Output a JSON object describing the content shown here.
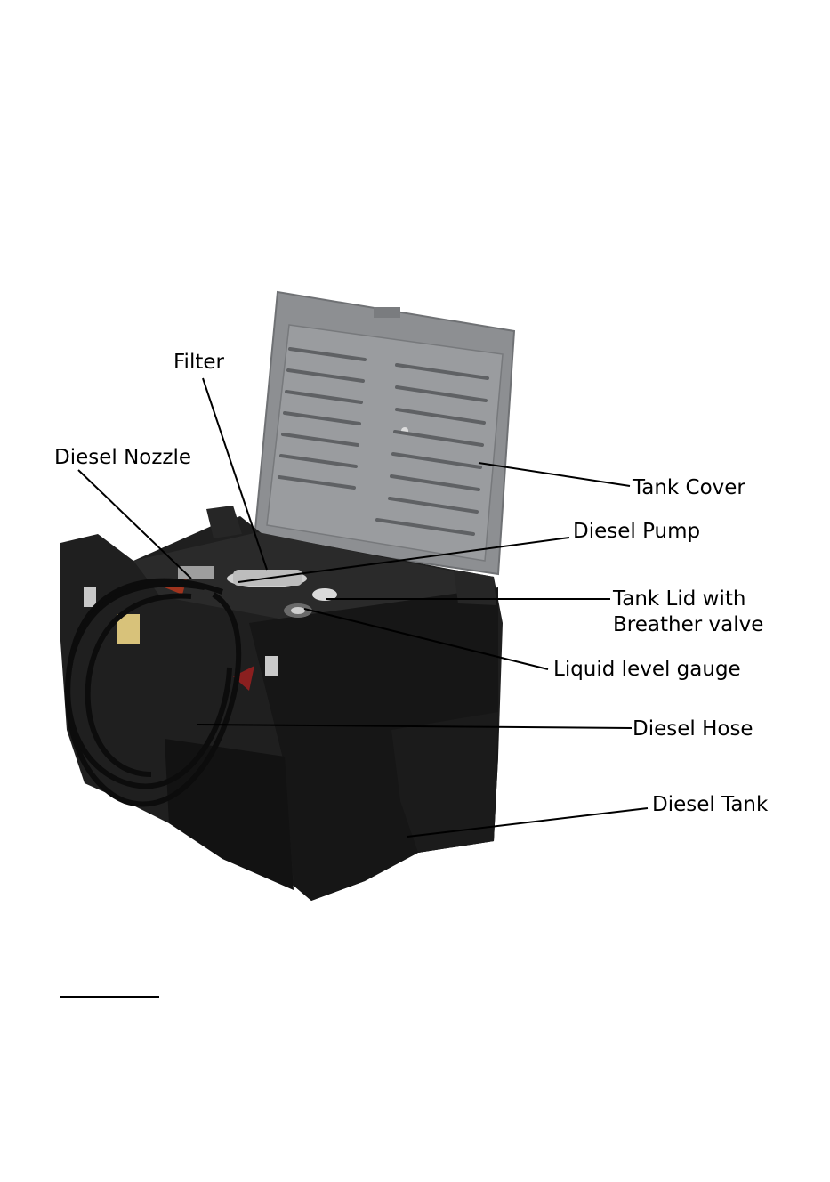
{
  "figure": {
    "subject": "portable diesel tank with pump",
    "colors": {
      "tank_body": "#1f1f1f",
      "tank_cover": "#8d8f92",
      "cover_ribs": "#5f6164",
      "leader_lines": "#000000"
    }
  },
  "callouts": {
    "filter": "Filter",
    "diesel_nozzle": "Diesel Nozzle",
    "tank_cover": "Tank Cover",
    "diesel_pump": "Diesel Pump",
    "tank_lid_line1": "Tank Lid with",
    "tank_lid_line2": "Breather valve",
    "liquid_level_gauge": "Liquid level gauge",
    "diesel_hose": "Diesel Hose",
    "diesel_tank": "Diesel Tank"
  }
}
